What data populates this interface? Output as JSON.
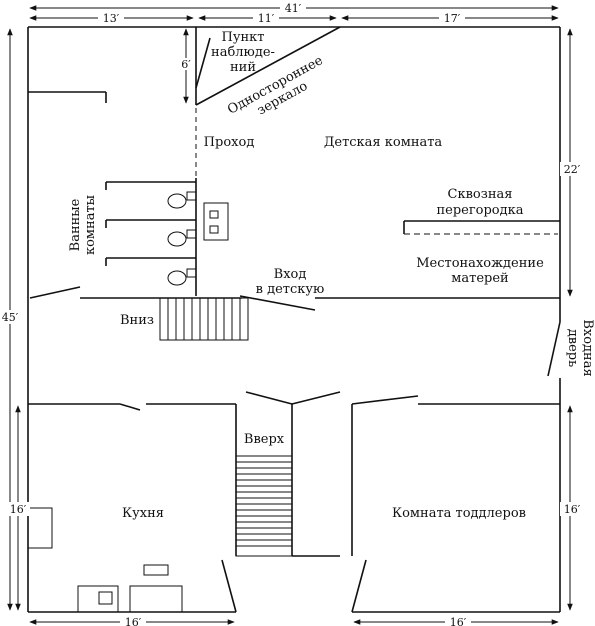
{
  "dimensions": {
    "top_left": "13′",
    "top_mid": "11′",
    "top_right": "17′",
    "overall_width": "41′",
    "overall_height": "45′",
    "mirror_depth": "6′",
    "right_upper": "22′",
    "left_lower": "16′",
    "right_lower": "16′",
    "bottom_left": "16′",
    "bottom_right": "16′"
  },
  "rooms": {
    "observation_point": [
      "Пункт",
      "наблюде-",
      "ний"
    ],
    "one_way_mirror": [
      "Одностороннее",
      "зеркало"
    ],
    "passage": "Проход",
    "children_room": "Детская комната",
    "bathrooms": [
      "Ванные",
      "комнаты"
    ],
    "through_partition": [
      "Сквозная",
      "перегородка"
    ],
    "mothers_location": [
      "Местонахождение",
      "матерей"
    ],
    "entrance_children": [
      "Вход",
      "в детскую"
    ],
    "down": "Вниз",
    "front_door": [
      "Входная",
      "дверь"
    ],
    "up": "Вверх",
    "kitchen": "Кухня",
    "toddlers_room": "Комната тоддлеров"
  }
}
